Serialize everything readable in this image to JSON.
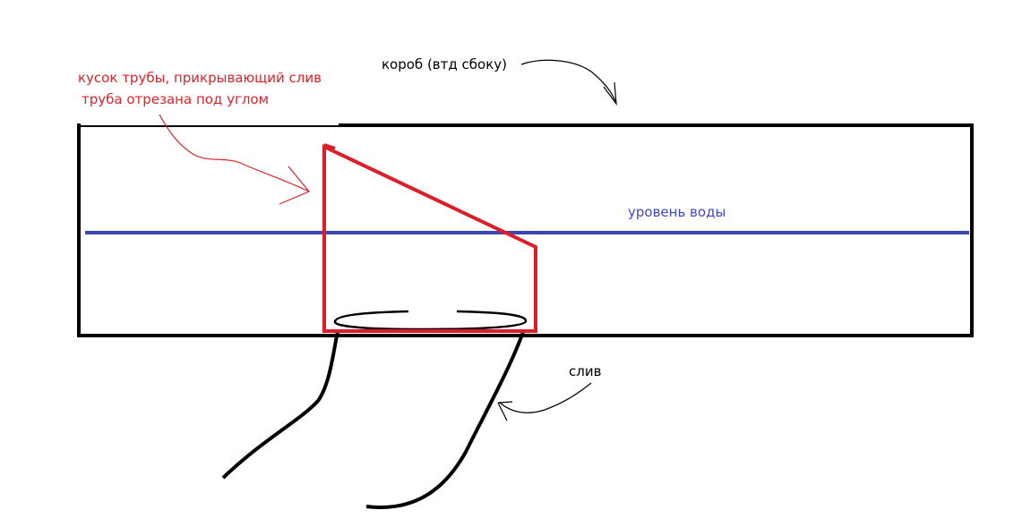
{
  "labels": {
    "box": "короб (втд сбоку)",
    "pipe_line1": "кусок трубы, прикрывающий слив",
    "pipe_line2": "труба отрезана под углом",
    "water_level": "уровень воды",
    "drain": "слив"
  },
  "colors": {
    "outline": "#000000",
    "pipe": "#dc1e28",
    "water": "#3c44b0",
    "pipe_text": "#e0232a",
    "water_text": "#3f48cc"
  }
}
